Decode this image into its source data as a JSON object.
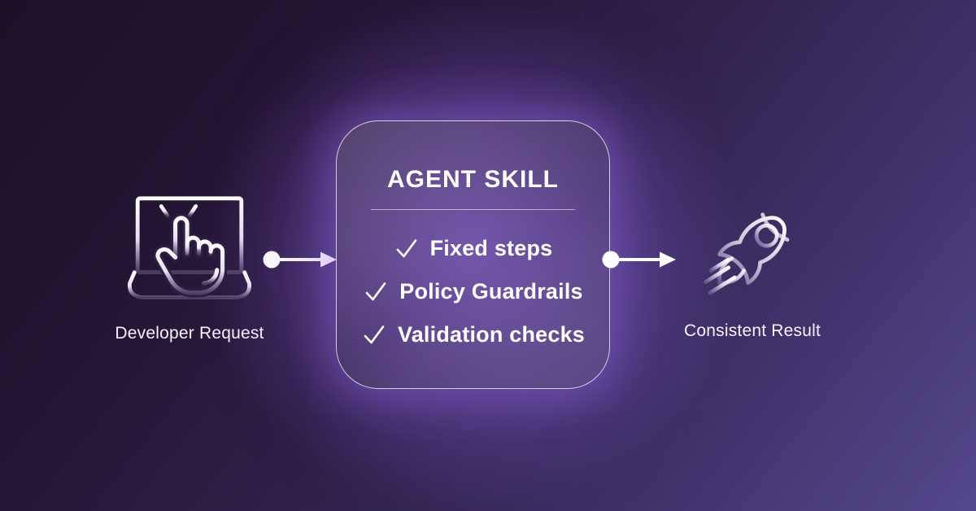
{
  "title_card": {
    "title": "AGENT SKILL",
    "items": [
      {
        "icon": "checkmark-icon",
        "label": "Fixed steps"
      },
      {
        "icon": "checkmark-icon",
        "label": "Policy Guardrails"
      },
      {
        "icon": "checkmark-icon",
        "label": "Validation checks"
      }
    ]
  },
  "input_node": {
    "icon": "tap-screen-icon",
    "label": "Developer Request"
  },
  "output_node": {
    "icon": "rocket-icon",
    "label": "Consistent Result"
  },
  "connectors": [
    {
      "from": "input_node",
      "to": "title_card",
      "style": "dot-line-arrow"
    },
    {
      "from": "title_card",
      "to": "output_node",
      "style": "dot-line-arrow"
    }
  ],
  "colors": {
    "background_top_left": "#1c0f28",
    "background_bottom_right": "#55488c",
    "card_glow": "#9c74ff",
    "card_border": "#f1eefa",
    "text": "#ffffff"
  }
}
